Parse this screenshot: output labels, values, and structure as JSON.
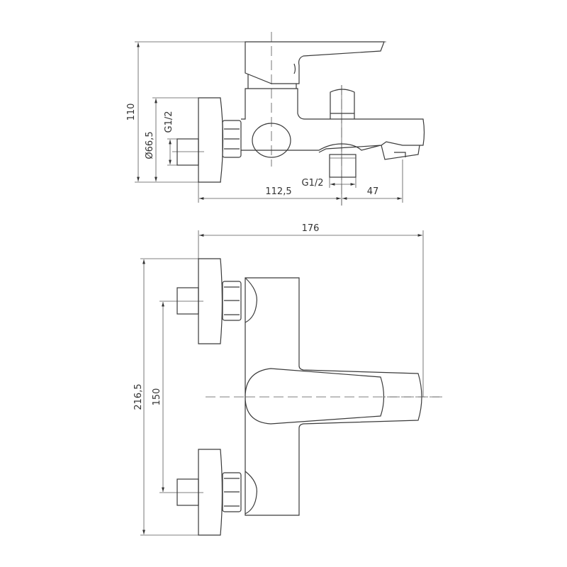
{
  "side_view": {
    "height_dim": "110",
    "flange_diameter_dim": "Ø66,5",
    "inlet_thread_dim": "G1/2",
    "outlet_thread_dim": "G1/2",
    "wall_to_outlet_dim": "112,5",
    "outlet_to_spout_dim": "47"
  },
  "top_view": {
    "total_depth_dim": "176",
    "total_width_dim": "216,5",
    "inlet_spacing_dim": "150"
  },
  "colors": {
    "line": "#3a3a3a",
    "background": "#ffffff"
  }
}
